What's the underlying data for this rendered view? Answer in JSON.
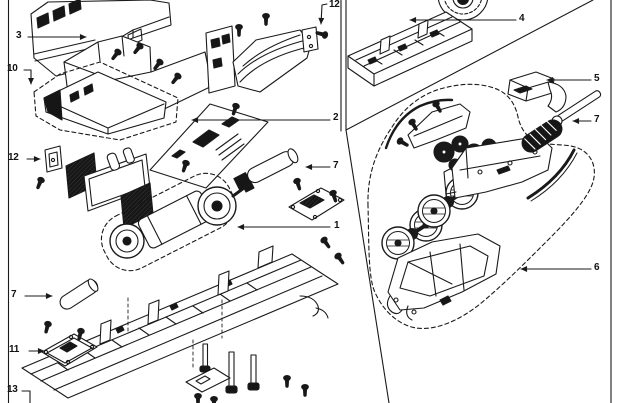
{
  "diagram": {
    "background": "#ffffff",
    "line_color": "#1a1a1a",
    "callouts": [
      {
        "id": "callout-3",
        "label": "3"
      },
      {
        "id": "callout-10",
        "label": "10"
      },
      {
        "id": "callout-12-top",
        "label": "12"
      },
      {
        "id": "callout-2",
        "label": "2"
      },
      {
        "id": "callout-7-shaft",
        "label": "7"
      },
      {
        "id": "callout-1",
        "label": "1"
      },
      {
        "id": "callout-12-left",
        "label": "12"
      },
      {
        "id": "callout-7-tube",
        "label": "7"
      },
      {
        "id": "callout-11",
        "label": "11"
      },
      {
        "id": "callout-13",
        "label": "13"
      },
      {
        "id": "callout-4",
        "label": "4"
      },
      {
        "id": "callout-5",
        "label": "5"
      },
      {
        "id": "callout-7-worm",
        "label": "7"
      },
      {
        "id": "callout-6",
        "label": "6"
      }
    ]
  }
}
